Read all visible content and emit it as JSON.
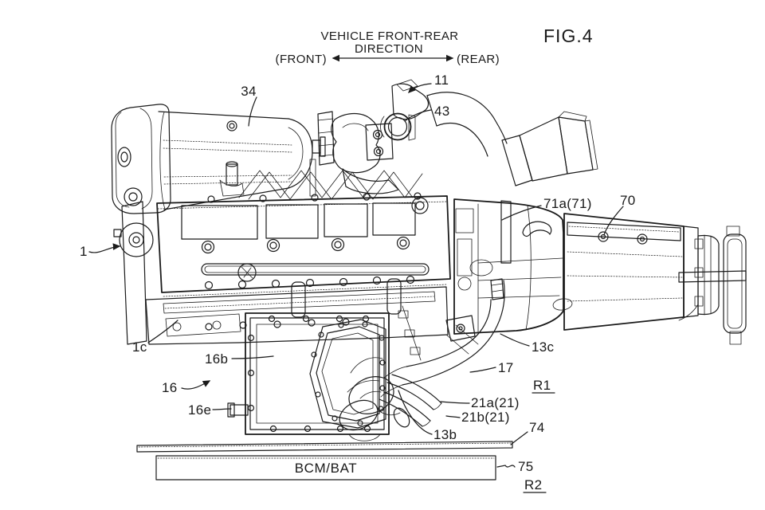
{
  "figure_label": "FIG.4",
  "header": {
    "title_line1": "VEHICLE FRONT-REAR",
    "title_line2": "DIRECTION",
    "front_label": "(FRONT)",
    "rear_label": "(REAR)"
  },
  "component_box": {
    "label": "BCM/BAT"
  },
  "region_labels": {
    "r1": "R1",
    "r2": "R2"
  },
  "reference_numerals": {
    "n34": "34",
    "n11": "11",
    "n43": "43",
    "n71a": "71a(71)",
    "n70": "70",
    "n1": "1",
    "n1c": "1c",
    "n16b": "16b",
    "n16": "16",
    "n16e": "16e",
    "n13c": "13c",
    "n17": "17",
    "n21a": "21a(21)",
    "n21b": "21b(21)",
    "n13b": "13b",
    "n74": "74",
    "n75": "75"
  },
  "colors": {
    "ink": "#1b1b1b",
    "paper": "#ffffff"
  }
}
